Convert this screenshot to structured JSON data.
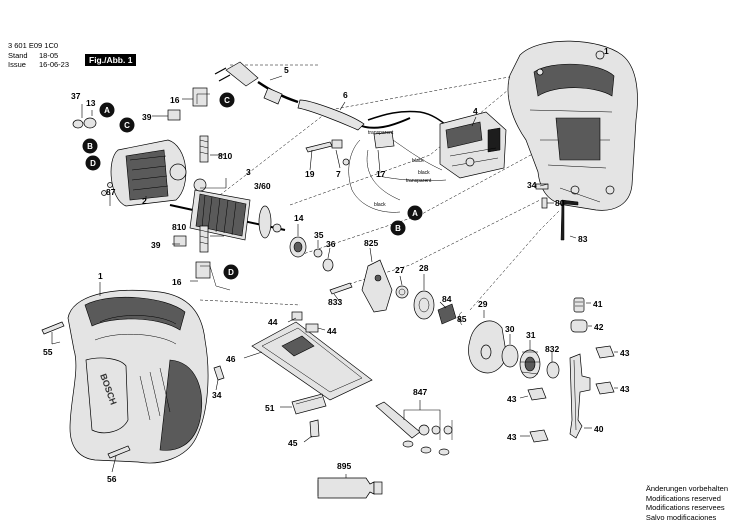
{
  "header": {
    "doc_number": "3 601 E09 1C0",
    "stand_label": "Stand",
    "stand_value": "18-05",
    "issue_label": "Issue",
    "issue_value": "16-06-23",
    "fig_label": "Fig./Abb. 1"
  },
  "notes": [
    "Änderungen vorbehalten",
    "Modifications reserved",
    "Modifications reservees",
    "Salvo modificaciones"
  ],
  "brand_text": "BOSCH",
  "wire_labels": {
    "black_1": "black",
    "transparent_1": "transparent",
    "transparent_2": "transparent",
    "black_2": "black",
    "black_3": "black"
  },
  "connectors": {
    "a": "A",
    "b": "B",
    "c": "C",
    "d": "D"
  },
  "parts": {
    "p1a": "1",
    "p1b": "1",
    "p2": "2",
    "p3": "3",
    "p3_60": "3/60",
    "p4": "4",
    "p5": "5",
    "p6": "6",
    "p7": "7",
    "p13": "13",
    "p14": "14",
    "p16a": "16",
    "p16b": "16",
    "p17": "17",
    "p19": "19",
    "p27": "27",
    "p28": "28",
    "p29": "29",
    "p30": "30",
    "p31": "31",
    "p34a": "34",
    "p34b": "34",
    "p35": "35",
    "p36": "36",
    "p37": "37",
    "p39a": "39",
    "p39b": "39",
    "p40": "40",
    "p41": "41",
    "p42": "42",
    "p43a": "43",
    "p43b": "43",
    "p43c": "43",
    "p43d": "43",
    "p44a": "44",
    "p44b": "44",
    "p45": "45",
    "p46": "46",
    "p51": "51",
    "p55": "55",
    "p56": "56",
    "p80": "80",
    "p83": "83",
    "p84": "84",
    "p85": "85",
    "p87": "87",
    "p810a": "810",
    "p810b": "810",
    "p825": "825",
    "p832": "832",
    "p833": "833",
    "p847": "847",
    "p895": "895"
  }
}
